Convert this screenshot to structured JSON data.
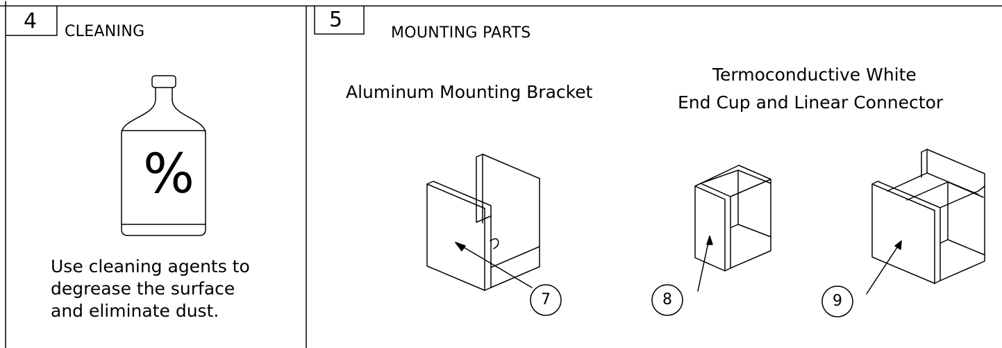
{
  "steps": [
    {
      "number": "4",
      "title": "CLEANING",
      "icon": "cleaning-bottle-icon",
      "bottle_symbol": "%",
      "description": [
        "Use cleaning agents to",
        "degrease the surface",
        "and eliminate dust."
      ]
    },
    {
      "number": "5",
      "title": "MOUNTING PARTS",
      "parts": [
        {
          "label_lines": [
            "Aluminum Mounting Bracket"
          ],
          "callout": "7",
          "icon": "mounting-bracket-icon"
        },
        {
          "label_lines": [
            "Termoconductive White",
            "End Cup and Linear Connector"
          ],
          "callout": "8",
          "icon": "end-cup-icon"
        },
        {
          "callout": "9",
          "icon": "linear-connector-icon"
        }
      ]
    }
  ]
}
